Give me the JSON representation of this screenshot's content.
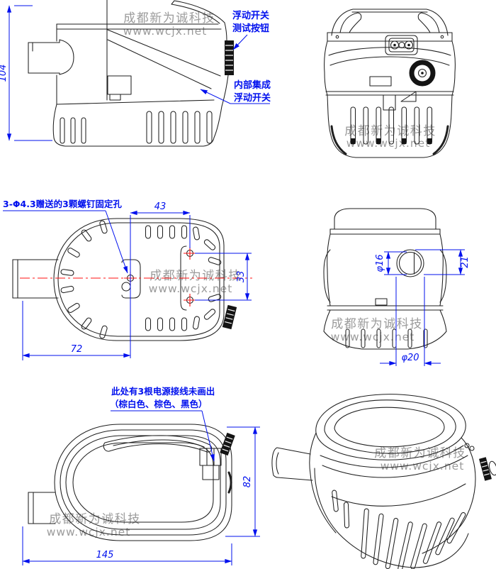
{
  "colors": {
    "line": "#1f1f1f",
    "dimension": "#0010ee",
    "centerline": "#ff1212",
    "watermark": "#9b9b9b"
  },
  "watermark": {
    "company": "成都新为诚科技",
    "website": "www.wcjx.net"
  },
  "views": {
    "side": {
      "dim_height": "104",
      "callout_test_button_line1": "浮动开关",
      "callout_test_button_line2": "测试按钮",
      "callout_internal_line1": "内部集成",
      "callout_internal_line2": "浮动开关"
    },
    "bottom": {
      "callout_screw_holes": "3-Φ4.3赠送的3颗螺钉固定孔",
      "dim_hole_offset_x": "43",
      "dim_hole_spacing": "33",
      "dim_outlet_to_center": "72"
    },
    "rear": {
      "dim_outlet_inner_diameter": "φ16",
      "dim_outlet_height": "21",
      "dim_outlet_outer_diameter": "φ20"
    },
    "top": {
      "callout_wires_line1": "此处有3根电源接线未画出",
      "callout_wires_line2": "（棕白色、棕色、黑色）",
      "dim_body_width": "82",
      "dim_overall_length": "145"
    }
  }
}
